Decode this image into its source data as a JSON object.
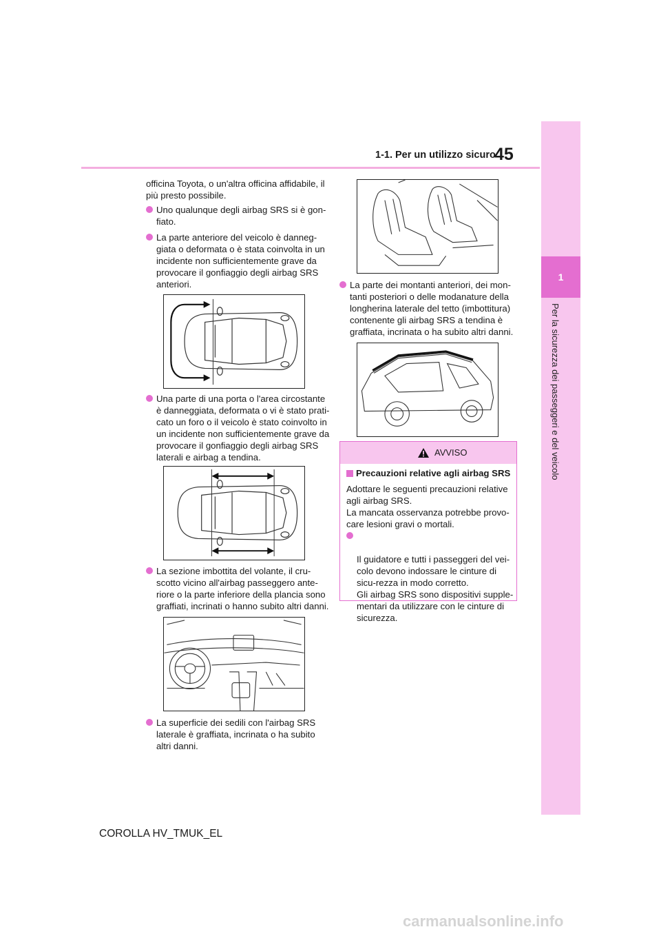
{
  "header": {
    "page_number": "45",
    "section_title": "1-1. Per un utilizzo sicuro"
  },
  "side_tab": {
    "number": "1",
    "chapter": "Per la sicurezza dei passeggeri e del veicolo"
  },
  "left_column": {
    "intro_text": "officina Toyota, o un'altra officina affidabile, il più presto possibile.",
    "bullet_1": "Uno qualunque degli airbag SRS si è gon-fiato.",
    "bullet_2": "La parte anteriore del veicolo è danneg-giata o deformata o è stata coinvolta in un incidente non sufficientemente grave da provocare il gonfiaggio degli airbag SRS anteriori.",
    "bullet_3": "Una parte di una porta o l'area circostante è danneggiata, deformata o vi è stato prati-cato un foro o il veicolo è stato coinvolto in un incidente non sufficientemente grave da provocare il gonfiaggio degli airbag SRS laterali e airbag a tendina.",
    "bullet_4": "La sezione imbottita del volante, il cru-scotto vicino all'airbag passeggero ante-riore o la parte inferiore della plancia sono graffiati, incrinati o hanno subito altri danni.",
    "bullet_5": "La superficie dei sedili con l'airbag SRS laterale è graffiata, incrinata o ha subito altri danni."
  },
  "right_column": {
    "bullet_6": "La parte dei montanti anteriori, dei mon-tanti posteriori o delle modanature della longherina laterale del tetto (imbottitura) contenente gli airbag SRS a tendina è graffiata, incrinata o ha subito altri danni."
  },
  "warning": {
    "title": "AVVISO",
    "heading": "Precauzioni relative agli airbag SRS",
    "intro": "Adottare le seguenti precauzioni relative agli airbag SRS.\nLa mancata osservanza potrebbe provo-care lesioni gravi o mortali.",
    "bullet": "Il guidatore e tutti i passeggeri del vei-colo devono indossare le cinture di sicu-rezza in modo corretto.\nGli airbag SRS sono dispositivi supple-mentari da utilizzare con le cinture di sicurezza."
  },
  "footer": {
    "model": "COROLLA HV_TMUK_EL"
  },
  "watermark": {
    "text": "carmanualsonline.info"
  },
  "colors": {
    "accent": "#e46ed0",
    "tab_light": "#f8c6ee",
    "rule": "#f4aee0"
  }
}
